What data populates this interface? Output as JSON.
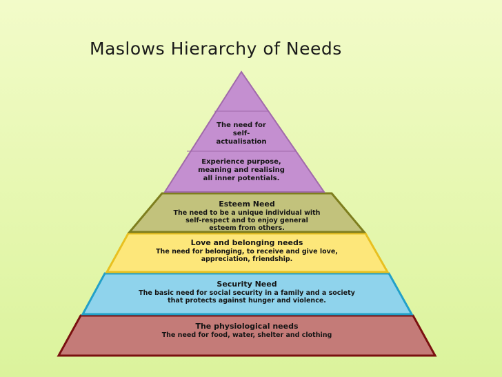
{
  "title": "Maslows Hierarchy of Needs",
  "levels": {
    "self": {
      "heading": "The need for self-actualisation",
      "line1": "The need for",
      "line2": "self-",
      "line3": "actualisation",
      "desc1": "Experience purpose,",
      "desc2": "meaning and realising",
      "desc3": "all inner potentials.",
      "color": "#c48fd0",
      "border": "#a06aaa"
    },
    "esteem": {
      "heading": "Esteem Need",
      "desc1": "The need to be a unique individual with",
      "desc2": "self-respect and to enjoy general",
      "desc3": "esteem from others.",
      "color": "#c2c27c",
      "border": "#7e7e1e"
    },
    "love": {
      "heading": "Love and belonging needs",
      "desc1": "The need for belonging, to receive and give love,",
      "desc2": "appreciation, friendship.",
      "color": "#fde77a",
      "border": "#e8c020"
    },
    "security": {
      "heading": "Security Need",
      "desc1": "The basic need for social security in a family and a society",
      "desc2": "that protects against hunger and violence.",
      "color": "#8fd3ec",
      "border": "#22a0c8"
    },
    "physio": {
      "heading": "The physiological needs",
      "desc1": "The need for food, water, shelter and clothing",
      "color": "#c47b78",
      "border": "#7a1010"
    }
  }
}
